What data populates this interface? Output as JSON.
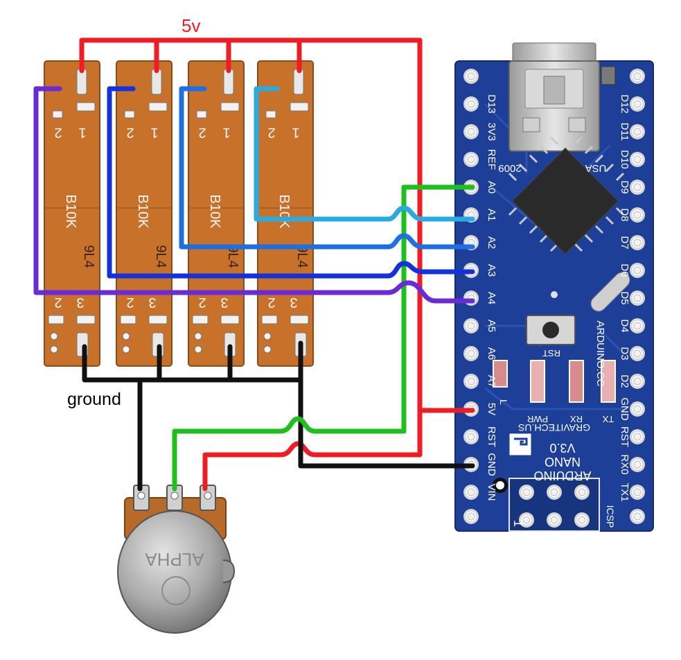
{
  "labels": {
    "vcc": "5v",
    "ground": "ground"
  },
  "slide_pots": [
    {
      "pin_1": "1",
      "pin_2": "2",
      "pin_3": "3",
      "pin_2b": "2",
      "marking_1": "B10K",
      "marking_2": "9L4"
    },
    {
      "pin_1": "1",
      "pin_2": "2",
      "pin_3": "3",
      "pin_2b": "2",
      "marking_1": "B10K",
      "marking_2": "9L4"
    },
    {
      "pin_1": "1",
      "pin_2": "2",
      "pin_3": "3",
      "pin_2b": "2",
      "marking_1": "B10K",
      "marking_2": "9L4"
    },
    {
      "pin_1": "1",
      "pin_2": "2",
      "pin_3": "3",
      "pin_2b": "2",
      "marking_1": "B10K",
      "marking_2": "9L4"
    }
  ],
  "rotary_pot": {
    "marking": "ALPHA"
  },
  "arduino": {
    "left_pins": [
      "D13",
      "3V3",
      "REF",
      "A0",
      "A1",
      "A2",
      "A3",
      "A4",
      "A5",
      "A6",
      "A7",
      "5V",
      "RST",
      "GND",
      "VIN"
    ],
    "right_pins": [
      "D12",
      "D11",
      "D10",
      "D9",
      "D8",
      "D7",
      "D6",
      "D5",
      "D4",
      "D3",
      "D2",
      "GND",
      "RST",
      "RX0",
      "TX1"
    ],
    "board_lines": [
      "ARDUINO",
      "NANO",
      "V3.0"
    ],
    "maker": "GRAVITECH.US",
    "site": "ARDUINO.CC",
    "year": "2009",
    "country": "USA",
    "rst": "RST",
    "led_labels": [
      "L",
      "PWR",
      "RX",
      "TX"
    ],
    "icsp": "ICSP",
    "header_one": "1"
  },
  "colors": {
    "vcc": "#ee1c24",
    "ground": "#111111",
    "a0_wire": "#1fbf1f",
    "a1_wire": "#29abe2",
    "a2_wire": "#1f6fe0",
    "a3_wire": "#1432d8",
    "a4_wire": "#6a2ad6",
    "pot_body": "#c7712a",
    "board": "#1e3f97"
  }
}
